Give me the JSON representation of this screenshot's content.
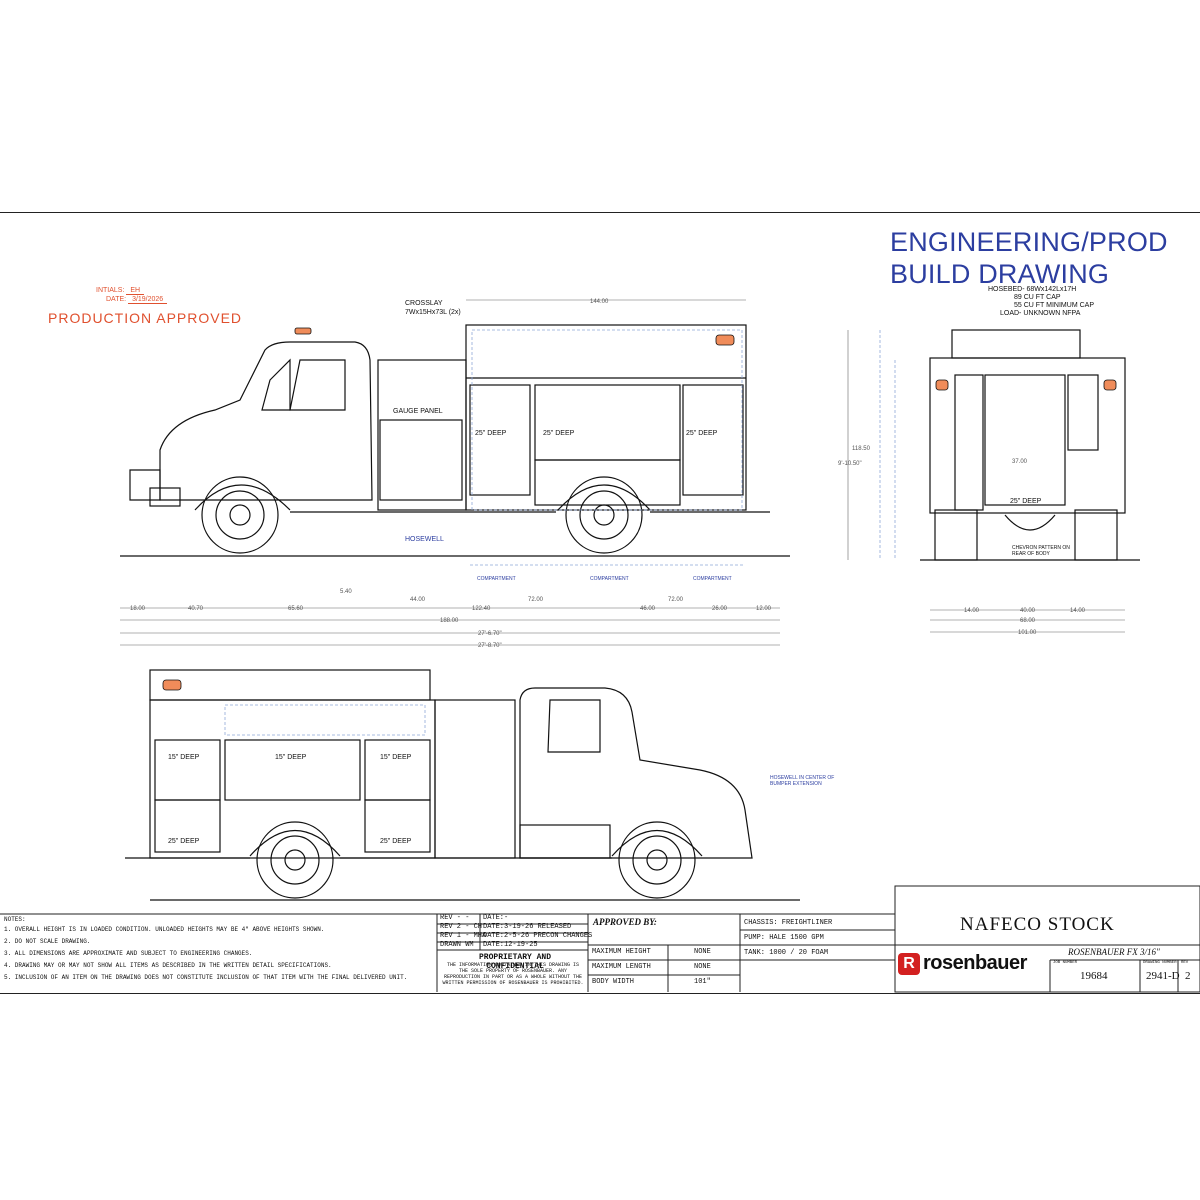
{
  "header": {
    "title_line1": "ENGINEERING/PROD",
    "title_line2": "BUILD DRAWING",
    "approval_stamp": "PRODUCTION APPROVED",
    "initials_label": "INTIALS:",
    "initials_value": "EH",
    "date_label": "DATE:",
    "date_value": "3/19/2026"
  },
  "side_view": {
    "crosslay": "CROSSLAY",
    "crosslay_size": "7Wx15Hx73L (2x)",
    "gauge_panel": "GAUGE PANEL",
    "hosewell": "HOSEWELL",
    "deep_labels": [
      "25\" DEEP",
      "25\" DEEP",
      "25\" DEEP"
    ],
    "dims_bottom": [
      "18.00",
      "40.70",
      "65.60",
      "44.00",
      "122.40",
      "72.00",
      "72.00",
      "46.00",
      "26.00",
      "12.00"
    ],
    "overall_1": "188.00",
    "overall_2": "27'-6.70\"",
    "overall_3": "27'-8.70\"",
    "top_dim": "144.00",
    "dim_540": "5.40",
    "compartments": [
      "COMPARTMENT",
      "COMPARTMENT",
      "COMPARTMENT"
    ]
  },
  "rear_view": {
    "hosebed": "HOSEBED- 68Wx142Lx17H",
    "hosebed_cap1": "89 CU FT CAP",
    "hosebed_cap2": "55 CU FT MINIMUM CAP",
    "hosebed_load": "LOAD- UNKNOWN NFPA",
    "deep": "25\" DEEP",
    "chevron": "CHEVRON PATTERN ON REAR OF BODY",
    "dims": [
      "14.00",
      "40.00",
      "14.00",
      "68.00",
      "101.00"
    ],
    "width_37": "37.00",
    "height_dims": [
      "118.50",
      "9'-10.50\""
    ]
  },
  "officer_side": {
    "deep_labels": [
      "15\" DEEP",
      "15\" DEEP",
      "15\" DEEP",
      "25\" DEEP",
      "25\" DEEP"
    ],
    "hosewell_note": "HOSEWELL IN CENTER OF BUMPER EXTENSION"
  },
  "notes": {
    "title": "NOTES:",
    "items": [
      "1.  OVERALL HEIGHT IS IN LOADED CONDITION. UNLOADED HEIGHTS MAY BE 4\" ABOVE HEIGHTS SHOWN.",
      "2.  DO NOT SCALE DRAWING.",
      "3.  ALL DIMENSIONS ARE APPROXIMATE AND SUBJECT TO ENGINEERING CHANGES.",
      "4.  DRAWING MAY OR MAY NOT SHOW ALL ITEMS AS DESCRIBED IN THE WRITTEN DETAIL SPECIFICATIONS.",
      "5.  INCLUSION OF AN ITEM ON THE DRAWING DOES NOT CONSTITUTE INCLUSION OF THAT ITEM WITH THE FINAL DELIVERED UNIT."
    ]
  },
  "revisions": [
    {
      "rev": "REV - -",
      "date": "DATE:-"
    },
    {
      "rev": "REV 2 - CH",
      "date": "DATE:3-19-26  RELEASED"
    },
    {
      "rev": "REV 1 - MHA",
      "date": "DATE:2-5-26  PRECON CHANGES"
    },
    {
      "rev": "DRAWN  WM",
      "date": "DATE:12-19-25"
    }
  ],
  "proprietary": {
    "title": "PROPRIETARY AND CONFIDENTIAL",
    "body": "THE INFORMATION CONTAINED IN THIS DRAWING IS THE SOLE PROPERTY OF ROSENBAUER. ANY REPRODUCTION IN PART OR AS A WHOLE WITHOUT THE WRITTEN PERMISSION OF ROSENBAUER IS PROHIBITED."
  },
  "approved_by": "APPROVED BY:",
  "specs": [
    {
      "label": "MAXIMUM HEIGHT",
      "value": "NONE"
    },
    {
      "label": "MAXIMUM LENGTH",
      "value": "NONE"
    },
    {
      "label": "BODY WIDTH",
      "value": "101\""
    }
  ],
  "chassis": {
    "chassis": "CHASSIS:  FREIGHTLINER",
    "pump": "PUMP:  HALE 1500 GPM",
    "tank": "TANK:  1000 / 20 FOAM"
  },
  "title_block": {
    "customer": "NAFECO STOCK",
    "model": "ROSENBAUER FX 3/16\"",
    "logo_text": "rosenbauer",
    "job_label": "JOB NUMBER",
    "job_number": "19684",
    "drawing_label": "DRAWING NUMBER",
    "drawing_number": "2941-D",
    "rev_label": "REV",
    "rev": "2"
  },
  "colors": {
    "accent_blue": "#2c3ea0",
    "stamp_orange": "#e0502e",
    "light_orange": "#f08c5a",
    "dim_blue": "#8fa8d8"
  }
}
